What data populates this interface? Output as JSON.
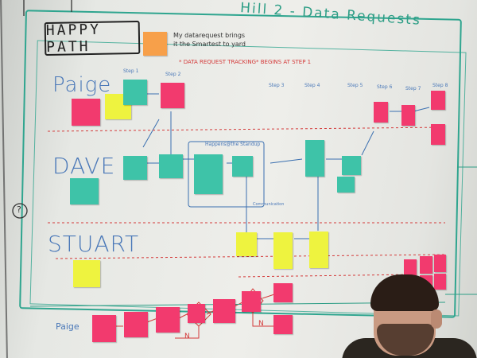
{
  "board": {
    "title": "Hill 2 - Data Requests",
    "happy_path": "HAPPY PATH",
    "goal_line1": "My datarequest brings",
    "goal_line2": "it the Smartest to yard",
    "tracking_note": "* DATA REQUEST TRACKING* BEGINS AT STEP 1",
    "lane_paige": "Paige",
    "lane_dave": "DAVE",
    "lane_stuart": "STUART",
    "lane_paige_bottom": "Paige",
    "steps": [
      "Step 1",
      "Step 2",
      "Step 3",
      "Step 4",
      "Step 5",
      "Step 6",
      "Step 7",
      "Step 8"
    ],
    "happens_label": "Happens@the Standup",
    "communication": "Communication",
    "n1": "N",
    "n2": "N",
    "dots": "?"
  }
}
